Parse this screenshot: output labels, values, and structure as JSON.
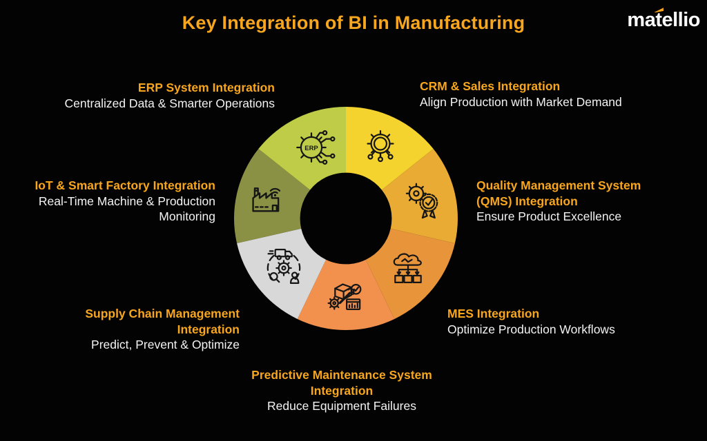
{
  "page": {
    "background_color": "#030303"
  },
  "header": {
    "title": "Key Integration of BI in Manufacturing",
    "title_color": "#F7A61E"
  },
  "logo": {
    "text": "matellio",
    "text_color": "#FFFFFF",
    "accent_color": "#F7A61E"
  },
  "colors": {
    "heading_orange": "#F7A61E",
    "body_text": "#F3F3F3",
    "icon_stroke": "#161616",
    "background": "#030303"
  },
  "chart_data": {
    "type": "pie",
    "subtype": "donut",
    "title": "Key Integration of BI in Manufacturing",
    "rotation_deg": 0,
    "inner_radius_ratio": 0.41,
    "legend_position": "around",
    "segments": [
      {
        "id": "crm",
        "label": "CRM & Sales Integration",
        "description": "Align Production with Market Demand",
        "value": 1,
        "color": "#F5D32E",
        "icon": "gear-network-icon"
      },
      {
        "id": "qms",
        "label": "Quality Management System (QMS) Integration",
        "description": "Ensure Product Excellence",
        "value": 1,
        "color": "#E9AB33",
        "icon": "award-gear-icon"
      },
      {
        "id": "mes",
        "label": "MES Integration",
        "description": "Optimize Production Workflows",
        "value": 1,
        "color": "#E8943A",
        "icon": "cloud-distribution-icon"
      },
      {
        "id": "predictive",
        "label": "Predictive Maintenance System Integration",
        "description": "Reduce Equipment Failures",
        "value": 1,
        "color": "#F2914E",
        "icon": "maintenance-analytics-icon"
      },
      {
        "id": "supply",
        "label": "Supply Chain Management Integration",
        "description": "Predict, Prevent & Optimize",
        "value": 1,
        "color": "#D8D8D8",
        "icon": "logistics-cycle-icon"
      },
      {
        "id": "iot",
        "label": "IoT & Smart Factory Integration",
        "description": "Real-Time Machine & Production Monitoring",
        "value": 1,
        "color": "#8A9144",
        "icon": "smart-factory-wifi-icon"
      },
      {
        "id": "erp",
        "label": "ERP System Integration",
        "description": "Centralized Data & Smarter Operations",
        "value": 1,
        "color": "#BFCC48",
        "icon": "erp-gear-circuit-icon",
        "icon_text": "ERP"
      }
    ]
  },
  "callouts": {
    "erp": {
      "heading_lines": [
        "ERP System Integration"
      ],
      "sub_lines": [
        "Centralized Data & Smarter Operations"
      ]
    },
    "crm": {
      "heading_lines": [
        "CRM & Sales Integration"
      ],
      "sub_lines": [
        "Align Production with Market Demand"
      ]
    },
    "qms": {
      "heading_lines": [
        "Quality Management System",
        "(QMS) Integration"
      ],
      "sub_lines": [
        "Ensure Product Excellence"
      ]
    },
    "mes": {
      "heading_lines": [
        "MES Integration"
      ],
      "sub_lines": [
        "Optimize Production Workflows"
      ]
    },
    "predictive": {
      "heading_lines": [
        "Predictive Maintenance System",
        "Integration"
      ],
      "sub_lines": [
        "Reduce Equipment Failures"
      ]
    },
    "supply": {
      "heading_lines": [
        "Supply Chain Management",
        "Integration"
      ],
      "sub_lines": [
        "Predict, Prevent & Optimize"
      ]
    },
    "iot": {
      "heading_lines": [
        "IoT & Smart Factory Integration"
      ],
      "sub_lines": [
        "Real-Time Machine & Production",
        "Monitoring"
      ]
    }
  }
}
